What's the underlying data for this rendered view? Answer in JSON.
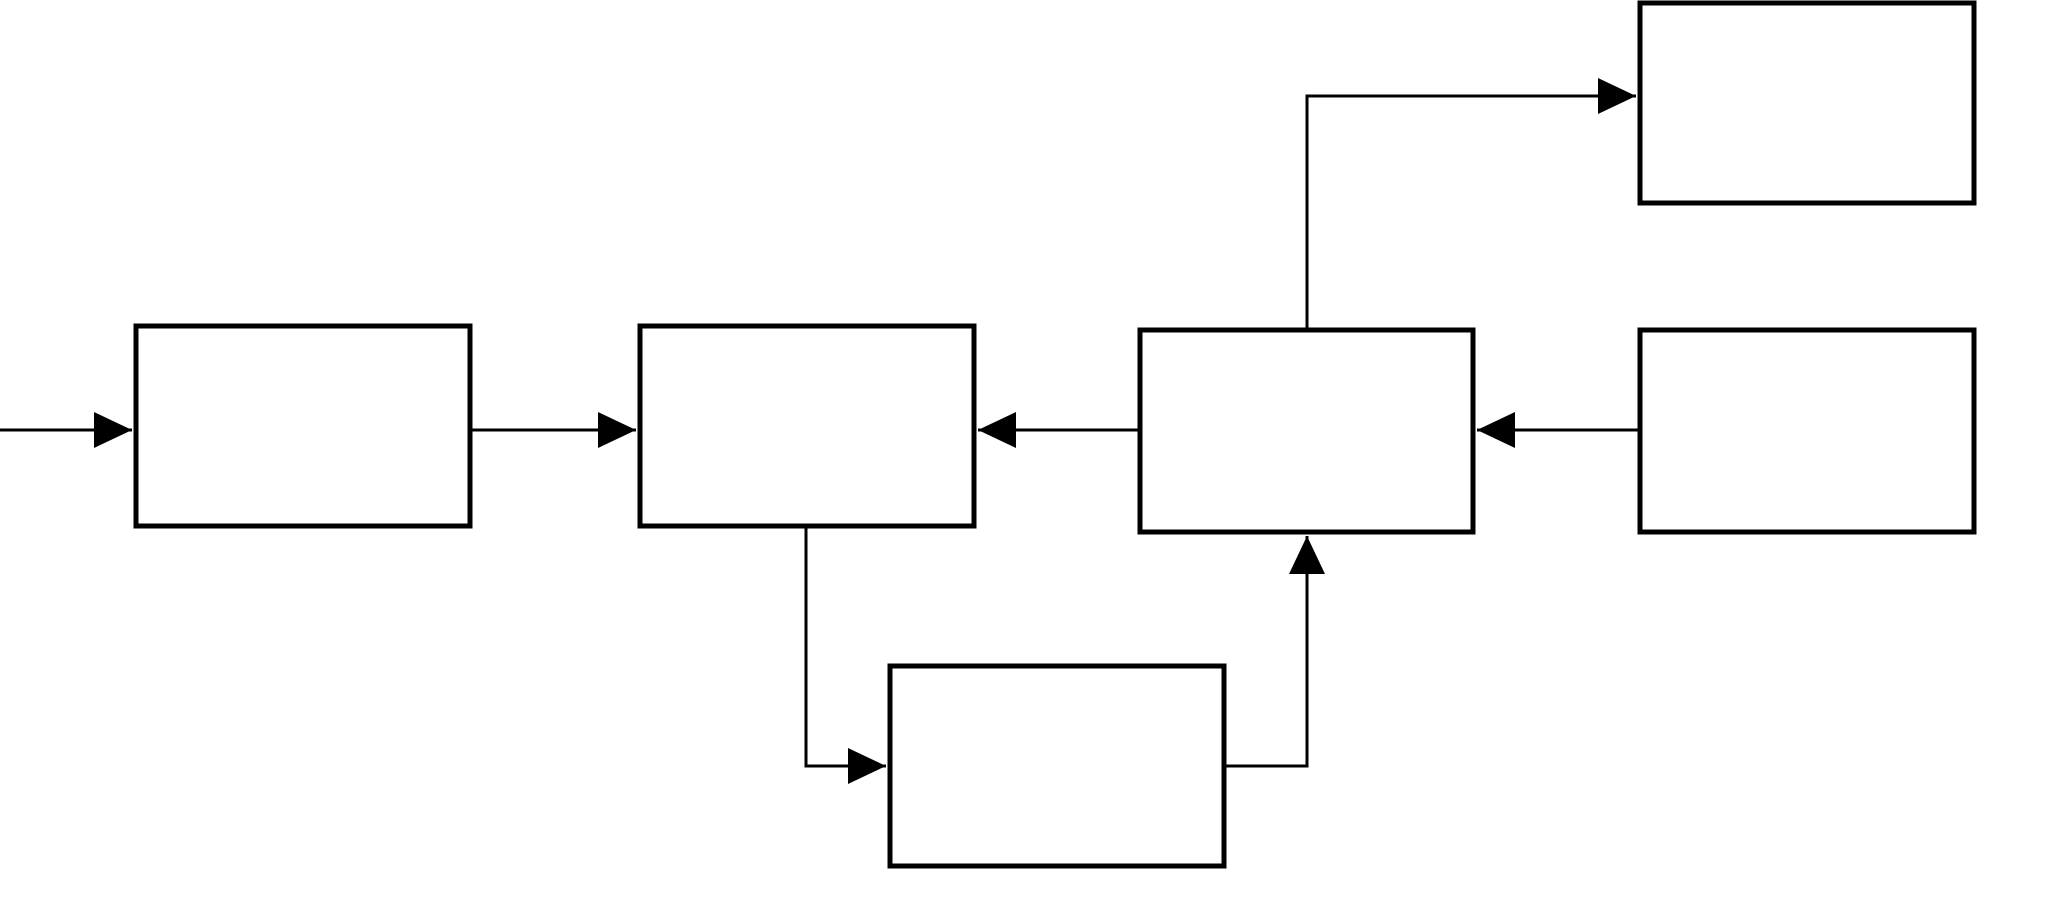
{
  "diagram": {
    "colors": {
      "background": "#ffffff",
      "stroke": "#000000"
    },
    "blocks": [
      {
        "id": "block-1",
        "label": ""
      },
      {
        "id": "block-2",
        "label": ""
      },
      {
        "id": "block-3",
        "label": ""
      },
      {
        "id": "block-4",
        "label": ""
      },
      {
        "id": "block-5",
        "label": ""
      },
      {
        "id": "block-6",
        "label": ""
      }
    ],
    "connections": [
      {
        "from": "input",
        "to": "block-1"
      },
      {
        "from": "block-1",
        "to": "block-2"
      },
      {
        "from": "block-3",
        "to": "block-2"
      },
      {
        "from": "block-5",
        "to": "block-3"
      },
      {
        "from": "block-2",
        "to": "block-6"
      },
      {
        "from": "block-6",
        "to": "block-3"
      },
      {
        "from": "block-3",
        "to": "block-4"
      }
    ]
  }
}
